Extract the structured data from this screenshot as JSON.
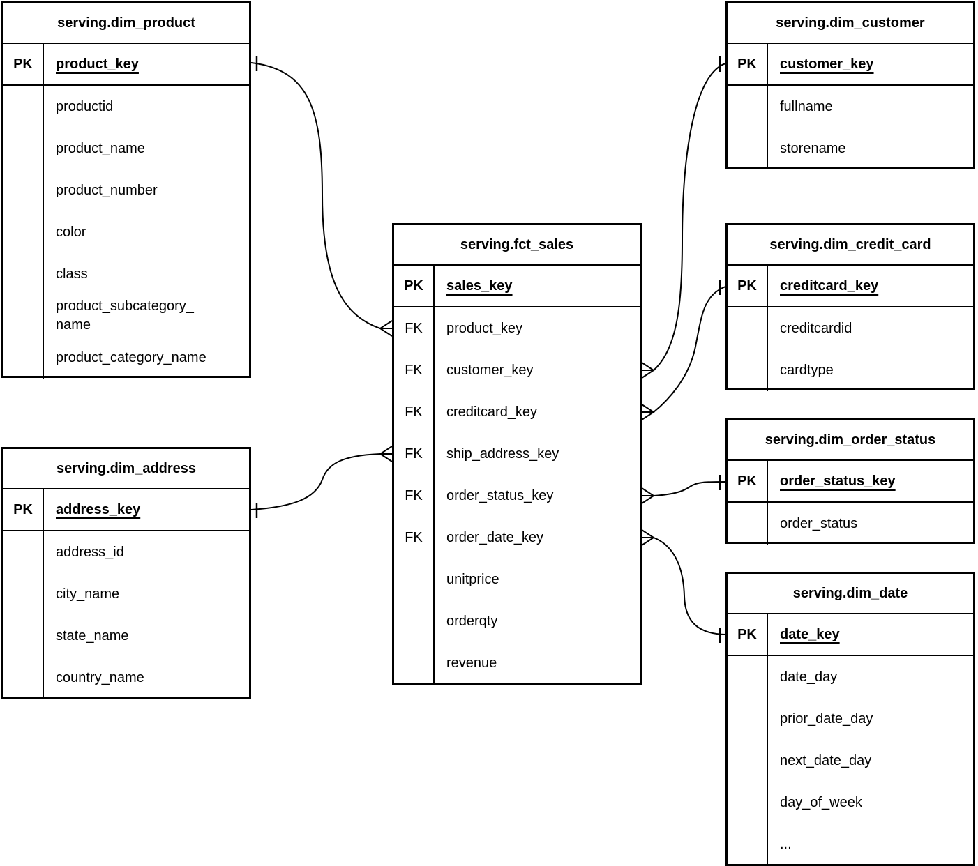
{
  "diagram": {
    "colors": {
      "background": "#ffffff",
      "line": "#000000",
      "table_border": "#000000",
      "text": "#000000"
    },
    "notation": {
      "one_side_symbol": "tick",
      "many_side_symbol": "crow-foot"
    },
    "tables": [
      {
        "id": "dim_product",
        "title": "serving.dim_product",
        "rows": [
          {
            "badge": "PK",
            "label": "product_key",
            "pk": true
          },
          {
            "badge": "",
            "label": "productid"
          },
          {
            "badge": "",
            "label": "product_name"
          },
          {
            "badge": "",
            "label": "product_number"
          },
          {
            "badge": "",
            "label": "color"
          },
          {
            "badge": "",
            "label": "class"
          },
          {
            "badge": "",
            "label": "product_subcategory_\nname"
          },
          {
            "badge": "",
            "label": "product_category_name"
          }
        ]
      },
      {
        "id": "dim_address",
        "title": "serving.dim_address",
        "rows": [
          {
            "badge": "PK",
            "label": "address_key",
            "pk": true
          },
          {
            "badge": "",
            "label": "address_id"
          },
          {
            "badge": "",
            "label": "city_name"
          },
          {
            "badge": "",
            "label": "state_name"
          },
          {
            "badge": "",
            "label": "country_name"
          }
        ]
      },
      {
        "id": "fct_sales",
        "title": "serving.fct_sales",
        "rows": [
          {
            "badge": "PK",
            "label": "sales_key",
            "pk": true
          },
          {
            "badge": "FK",
            "label": "product_key"
          },
          {
            "badge": "FK",
            "label": "customer_key"
          },
          {
            "badge": "FK",
            "label": "creditcard_key"
          },
          {
            "badge": "FK",
            "label": "ship_address_key"
          },
          {
            "badge": "FK",
            "label": "order_status_key"
          },
          {
            "badge": "FK",
            "label": "order_date_key"
          },
          {
            "badge": "",
            "label": "unitprice"
          },
          {
            "badge": "",
            "label": "orderqty"
          },
          {
            "badge": "",
            "label": "revenue"
          }
        ]
      },
      {
        "id": "dim_customer",
        "title": "serving.dim_customer",
        "rows": [
          {
            "badge": "PK",
            "label": "customer_key",
            "pk": true
          },
          {
            "badge": "",
            "label": "fullname"
          },
          {
            "badge": "",
            "label": "storename"
          }
        ]
      },
      {
        "id": "dim_credit_card",
        "title": "serving.dim_credit_card",
        "rows": [
          {
            "badge": "PK",
            "label": "creditcard_key",
            "pk": true
          },
          {
            "badge": "",
            "label": "creditcardid"
          },
          {
            "badge": "",
            "label": "cardtype"
          }
        ]
      },
      {
        "id": "dim_order_status",
        "title": "serving.dim_order_status",
        "rows": [
          {
            "badge": "PK",
            "label": "order_status_key",
            "pk": true
          },
          {
            "badge": "",
            "label": "order_status"
          }
        ]
      },
      {
        "id": "dim_date",
        "title": "serving.dim_date",
        "rows": [
          {
            "badge": "PK",
            "label": "date_key",
            "pk": true
          },
          {
            "badge": "",
            "label": "date_day"
          },
          {
            "badge": "",
            "label": "prior_date_day"
          },
          {
            "badge": "",
            "label": "next_date_day"
          },
          {
            "badge": "",
            "label": "day_of_week"
          },
          {
            "badge": "",
            "label": "..."
          }
        ]
      }
    ],
    "relationships": [
      {
        "id": "product",
        "one": "serving.dim_product.product_key",
        "many": "serving.fct_sales.product_key"
      },
      {
        "id": "customer",
        "one": "serving.dim_customer.customer_key",
        "many": "serving.fct_sales.customer_key"
      },
      {
        "id": "credit_card",
        "one": "serving.dim_credit_card.creditcard_key",
        "many": "serving.fct_sales.creditcard_key"
      },
      {
        "id": "ship_address",
        "one": "serving.dim_address.address_key",
        "many": "serving.fct_sales.ship_address_key"
      },
      {
        "id": "order_status",
        "one": "serving.dim_order_status.order_status_key",
        "many": "serving.fct_sales.order_status_key"
      },
      {
        "id": "order_date",
        "one": "serving.dim_date.date_key",
        "many": "serving.fct_sales.order_date_key"
      }
    ]
  }
}
